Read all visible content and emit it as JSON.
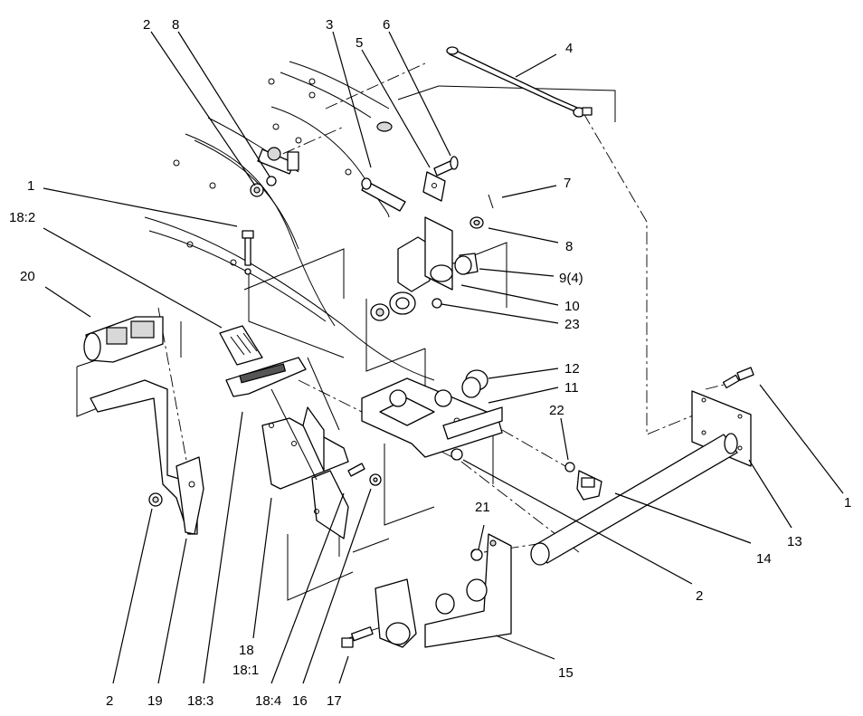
{
  "callouts": [
    {
      "id": "c-2-top",
      "text": "2"
    },
    {
      "id": "c-8-top",
      "text": "8"
    },
    {
      "id": "c-3",
      "text": "3"
    },
    {
      "id": "c-5",
      "text": "5"
    },
    {
      "id": "c-6",
      "text": "6"
    },
    {
      "id": "c-4",
      "text": "4"
    },
    {
      "id": "c-7",
      "text": "7"
    },
    {
      "id": "c-8-right",
      "text": "8"
    },
    {
      "id": "c-9",
      "text": "9(4)"
    },
    {
      "id": "c-10",
      "text": "10"
    },
    {
      "id": "c-23",
      "text": "23"
    },
    {
      "id": "c-1-left",
      "text": "1"
    },
    {
      "id": "c-18-2",
      "text": "18:2"
    },
    {
      "id": "c-20",
      "text": "20"
    },
    {
      "id": "c-12",
      "text": "12"
    },
    {
      "id": "c-11",
      "text": "11"
    },
    {
      "id": "c-22",
      "text": "22"
    },
    {
      "id": "c-1-right",
      "text": "1"
    },
    {
      "id": "c-13",
      "text": "13"
    },
    {
      "id": "c-14",
      "text": "14"
    },
    {
      "id": "c-21",
      "text": "21"
    },
    {
      "id": "c-2-mid",
      "text": "2"
    },
    {
      "id": "c-15",
      "text": "15"
    },
    {
      "id": "c-18",
      "text": "18"
    },
    {
      "id": "c-18-1",
      "text": "18:1"
    },
    {
      "id": "c-2-bottom",
      "text": "2"
    },
    {
      "id": "c-19",
      "text": "19"
    },
    {
      "id": "c-18-3",
      "text": "18:3"
    },
    {
      "id": "c-18-4",
      "text": "18:4"
    },
    {
      "id": "c-16",
      "text": "16"
    },
    {
      "id": "c-17",
      "text": "17"
    }
  ]
}
